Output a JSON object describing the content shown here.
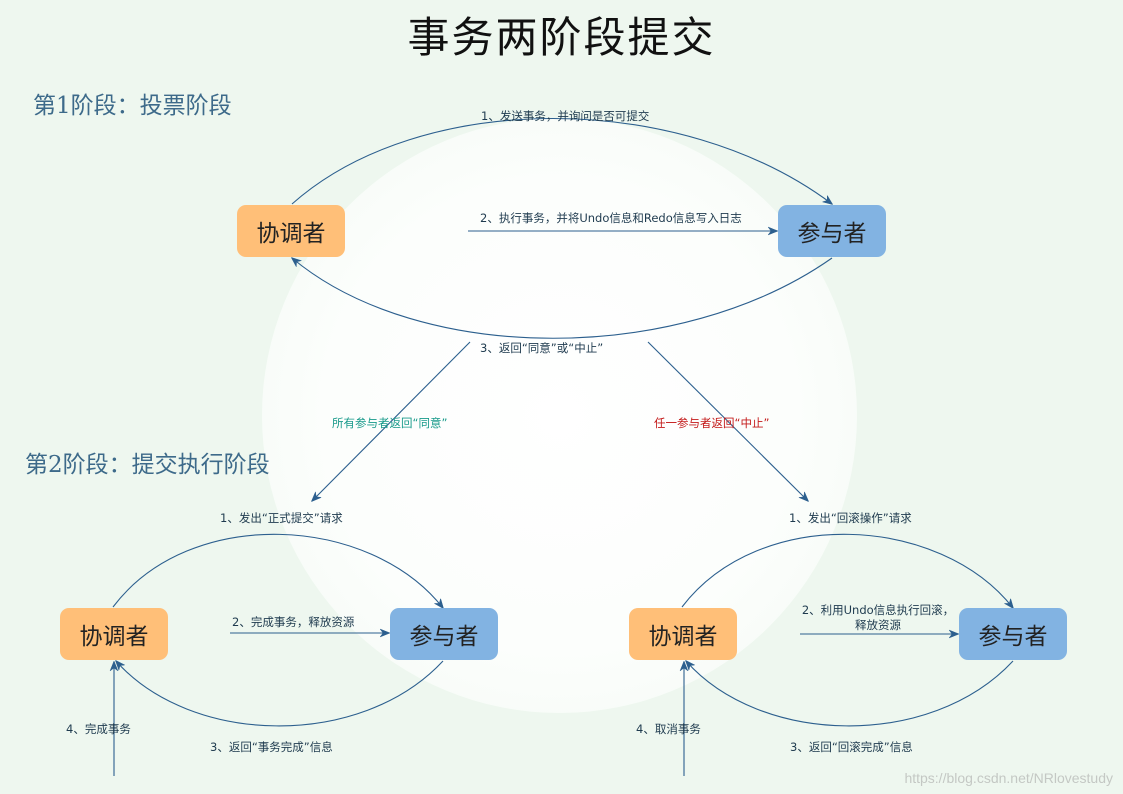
{
  "title": "事务两阶段提交",
  "phase1": {
    "heading": "第1阶段：投票阶段",
    "coordinator": "协调者",
    "participant": "参与者",
    "step1": "1、发送事务，并询问是否可提交",
    "step2": "2、执行事务，并将Undo信息和Redo信息写入日志",
    "step3": "3、返回“同意”或“中止”"
  },
  "branch_commit": "所有参与者返回“同意”",
  "branch_abort": "任一参与者返回“中止”",
  "phase2": {
    "heading": "第2阶段：提交执行阶段",
    "commit": {
      "coordinator": "协调者",
      "participant": "参与者",
      "step1": "1、发出“正式提交”请求",
      "step2": "2、完成事务，释放资源",
      "step3": "3、返回“事务完成”信息",
      "step4": "4、完成事务"
    },
    "abort": {
      "coordinator": "协调者",
      "participant": "参与者",
      "step1": "1、发出“回滚操作”请求",
      "step2_line1": "2、利用Undo信息执行回滚，",
      "step2_line2": "释放资源",
      "step3": "3、返回“回滚完成”信息",
      "step4": "4、取消事务"
    }
  },
  "watermark": "https://blog.csdn.net/NRlovestudy",
  "colors": {
    "background": "#eef7ef",
    "coordinator": "#ffbf78",
    "participant": "#82b3e2",
    "arrow": "#2c5f8e",
    "commit_label": "#189a8a",
    "abort_label": "#c41a1a"
  }
}
